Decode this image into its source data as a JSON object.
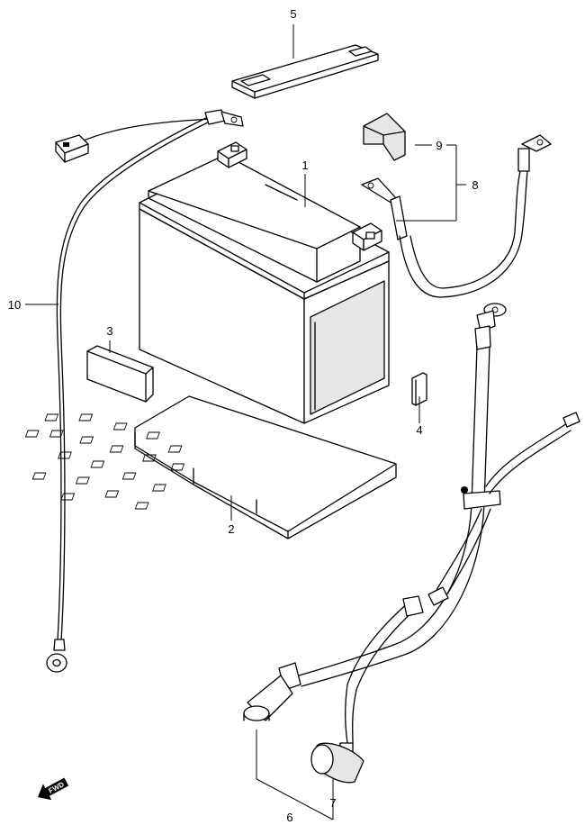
{
  "callouts": [
    {
      "id": "1",
      "label": "1"
    },
    {
      "id": "2",
      "label": "2"
    },
    {
      "id": "3",
      "label": "3"
    },
    {
      "id": "4",
      "label": "4"
    },
    {
      "id": "5",
      "label": "5"
    },
    {
      "id": "6",
      "label": "6"
    },
    {
      "id": "7",
      "label": "7"
    },
    {
      "id": "8",
      "label": "8"
    },
    {
      "id": "9",
      "label": "9"
    },
    {
      "id": "10",
      "label": "10"
    }
  ],
  "direction_marker": {
    "label": "FWD",
    "icon": "forward-arrow-icon"
  }
}
